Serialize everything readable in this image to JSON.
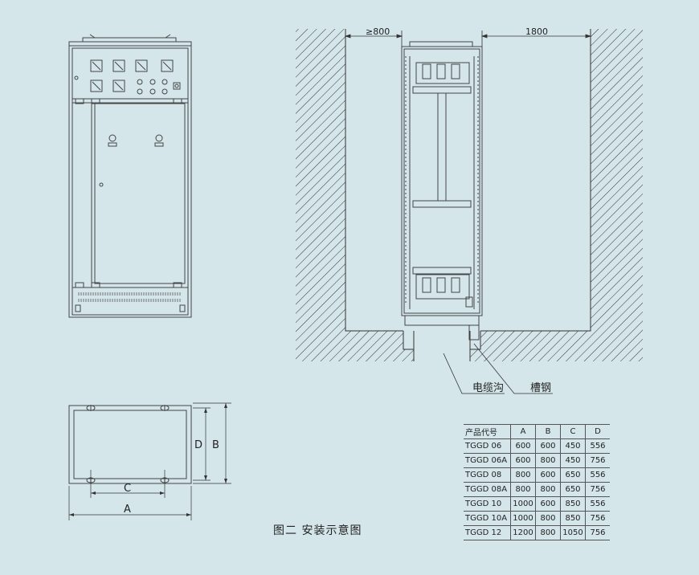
{
  "labels": {
    "gap_left": "≥800",
    "gap_right": "1800",
    "cable_trench": "电缆沟",
    "channel_steel": "槽钢",
    "dim_a": "A",
    "dim_b": "B",
    "dim_c": "C",
    "dim_d": "D"
  },
  "caption": "图二  安装示意图",
  "table": {
    "headers": [
      "产品代号",
      "A",
      "B",
      "C",
      "D"
    ],
    "rows": [
      [
        "TGGD 06",
        "600",
        "600",
        "450",
        "556"
      ],
      [
        "TGGD 06A",
        "600",
        "800",
        "450",
        "756"
      ],
      [
        "TGGD 08",
        "800",
        "600",
        "650",
        "556"
      ],
      [
        "TGGD 08A",
        "800",
        "800",
        "650",
        "756"
      ],
      [
        "TGGD 10",
        "1000",
        "600",
        "850",
        "556"
      ],
      [
        "TGGD 10A",
        "1000",
        "800",
        "850",
        "756"
      ],
      [
        "TGGD 12",
        "1200",
        "800",
        "1050",
        "756"
      ]
    ]
  }
}
